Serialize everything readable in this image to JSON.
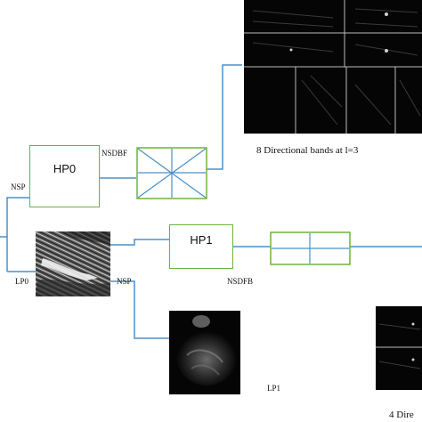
{
  "blocks": {
    "hp0": {
      "label": "HP0"
    },
    "hp1": {
      "label": "HP1"
    }
  },
  "labels": {
    "nsp_top": "NSP",
    "nsdbf": "NSDBF",
    "lp0": "LP0",
    "nsp_mid": "NSP",
    "nsdfb": "NSDFB",
    "lp1": "LP1",
    "bands_8": "8 Directional bands at l=3",
    "bands_4": "4 Dire"
  },
  "colors": {
    "box_border": "#6cb33e",
    "connector": "#4a90c8",
    "image_dark": "#050505"
  }
}
